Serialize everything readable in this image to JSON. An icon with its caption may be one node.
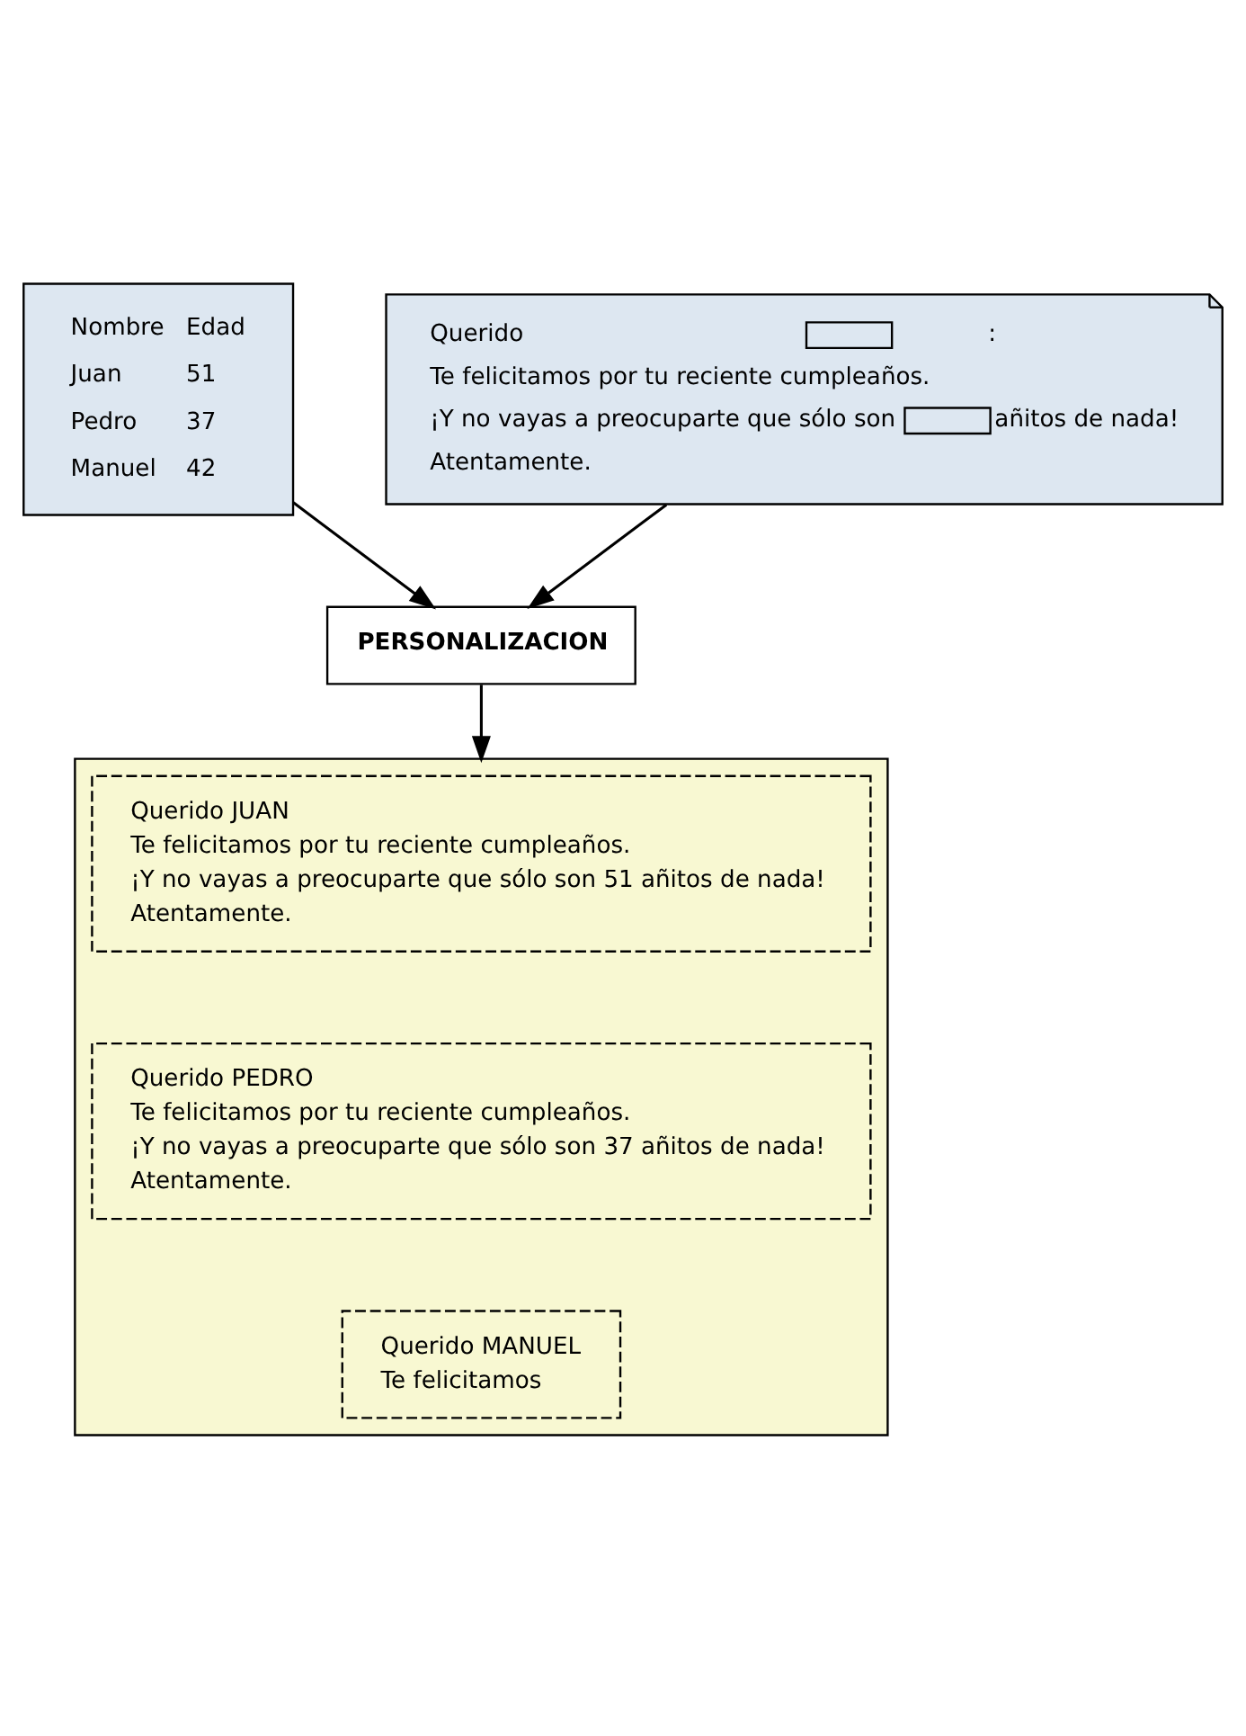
{
  "diagram": {
    "nodes": [
      {
        "text": [
          "Nombre",
          "Edad",
          "Juan",
          "51",
          "Pedro",
          "37",
          "Manuel",
          "42"
        ]
      },
      {
        "text": [
          "Querido",
          ":",
          "Te felicitamos por tu reciente cumpleaños.",
          "¡Y no vayas a preocuparte que sólo son",
          "añitos de nada!",
          "Atentamente."
        ]
      },
      {
        "text": [
          "PERSONALIZACION"
        ]
      },
      {
        "text": [],
        "shape": "box"
      },
      {
        "text": [
          "Querido JUAN",
          "Te felicitamos por tu reciente cumpleaños.",
          "¡Y no vayas a preocuparte que sólo son 51 añitos de nada!",
          "Atentamente."
        ],
        "in": 3
      },
      {
        "text": [
          "Querido PEDRO",
          "Te felicitamos por tu reciente cumpleaños.",
          "¡Y no vayas a preocuparte que sólo son 37 añitos de nada!",
          "Atentamente."
        ],
        "in": 3
      },
      {
        "text": [
          "Querido MANUEL",
          "Te felicitamos"
        ],
        "in": 3
      }
    ],
    "edges": [
      {
        "from": 0,
        "to": 2,
        "arrow": "to"
      },
      {
        "from": 1,
        "to": 2,
        "arrow": "to"
      },
      {
        "from": 2,
        "to": 3,
        "arrow": "to"
      }
    ]
  }
}
